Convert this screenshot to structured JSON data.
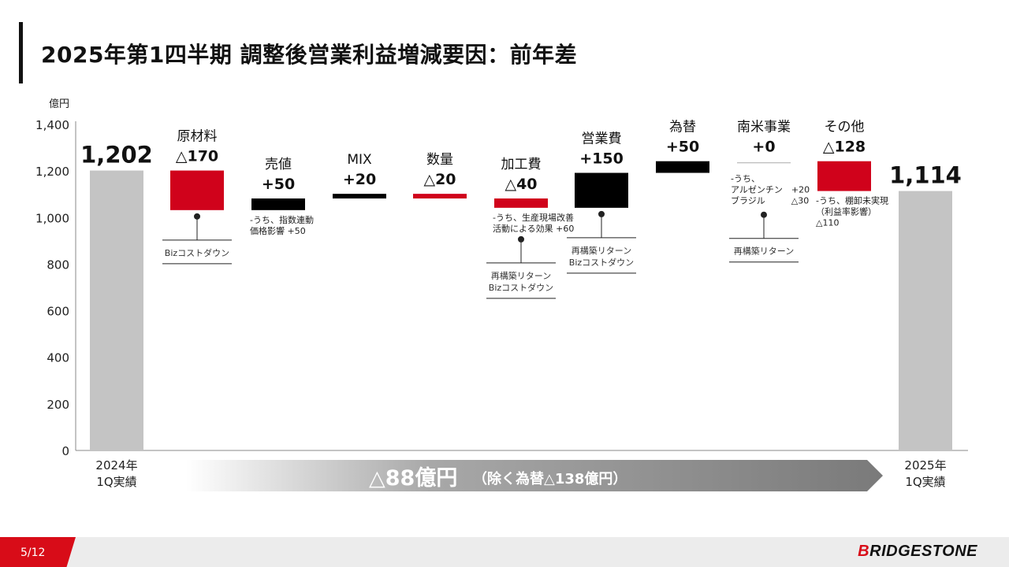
{
  "title": "2025年第1四半期 調整後営業利益増減要因：前年差",
  "footer": {
    "page": "5/12",
    "logo_first": "B",
    "logo_rest": "RIDGESTONE"
  },
  "colors": {
    "accent": "#d80c18",
    "negative": "#d0021b",
    "positive": "#000000",
    "total": "#c4c4c4"
  },
  "chart_data": {
    "type": "bar",
    "subtype": "waterfall",
    "unit_label": "億円",
    "ylim": [
      0,
      1400
    ],
    "yticks": [
      0,
      200,
      400,
      600,
      800,
      1000,
      1200,
      1400
    ],
    "ytick_labels": [
      "0",
      "200",
      "400",
      "600",
      "800",
      "1,000",
      "1,200",
      "1,400"
    ],
    "grid": false,
    "bars": [
      {
        "kind": "total",
        "lines": [],
        "big": "1,202",
        "start": 0,
        "end": 1202,
        "category": [
          "2024年",
          "1Q実績"
        ],
        "note": [],
        "factor": []
      },
      {
        "kind": "neg",
        "lines": [
          "原材料"
        ],
        "big": "△170",
        "start": 1202,
        "end": 1032,
        "category": [],
        "note": [],
        "factor": [
          "Bizコストダウン"
        ]
      },
      {
        "kind": "pos",
        "lines": [
          "売値"
        ],
        "big": "+50",
        "start": 1032,
        "end": 1082,
        "category": [],
        "note": [
          "-うち、指数連動",
          "価格影響 +50"
        ],
        "factor": []
      },
      {
        "kind": "pos",
        "lines": [
          "MIX"
        ],
        "big": "+20",
        "start": 1082,
        "end": 1102,
        "category": [],
        "note": [],
        "factor": []
      },
      {
        "kind": "neg",
        "lines": [
          "数量"
        ],
        "big": "△20",
        "start": 1102,
        "end": 1082,
        "category": [],
        "note": [],
        "factor": []
      },
      {
        "kind": "neg",
        "lines": [
          "加工費"
        ],
        "big": "△40",
        "start": 1082,
        "end": 1042,
        "category": [],
        "note": [
          "-うち、生産現場改善",
          "活動による効果 +60"
        ],
        "factor": [
          "再構築リターン",
          "Bizコストダウン"
        ]
      },
      {
        "kind": "pos",
        "lines": [
          "営業費"
        ],
        "big": "+150",
        "start": 1042,
        "end": 1192,
        "category": [],
        "note": [],
        "factor": [
          "再構築リターン",
          "Bizコストダウン"
        ]
      },
      {
        "kind": "pos",
        "lines": [
          "為替"
        ],
        "big": "+50",
        "start": 1192,
        "end": 1242,
        "category": [],
        "note": [],
        "factor": []
      },
      {
        "kind": "zero",
        "lines": [
          "南米事業"
        ],
        "big": "+0",
        "start": 1242,
        "end": 1242,
        "category": [],
        "note": [
          "-うち、",
          "アルゼンチン　+20",
          "ブラジル　　　△30"
        ],
        "factor": [
          "再構築リターン"
        ]
      },
      {
        "kind": "neg",
        "lines": [
          "その他"
        ],
        "big": "△128",
        "start": 1242,
        "end": 1114,
        "category": [],
        "note": [
          "-うち、棚卸未実現",
          "（利益率影響）",
          "△110"
        ],
        "factor": []
      },
      {
        "kind": "total",
        "lines": [],
        "big": "1,114",
        "start": 0,
        "end": 1114,
        "category": [
          "2025年",
          "1Q実績"
        ],
        "note": [],
        "factor": []
      }
    ],
    "summary": {
      "main": "△88億円",
      "sub": "（除く為替△138億円）"
    }
  }
}
